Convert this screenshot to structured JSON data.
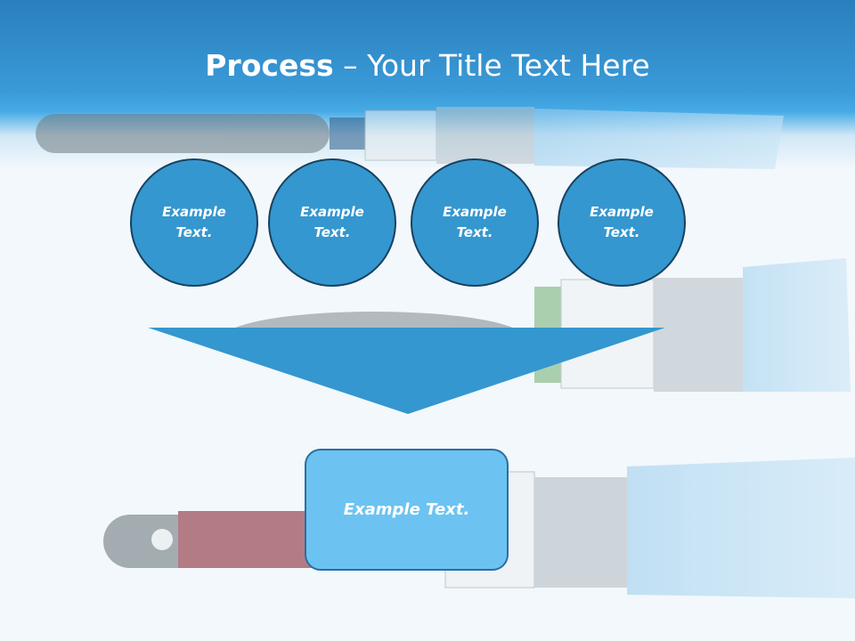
{
  "slide": {
    "title_bold": "Process",
    "title_rest": " – Your Title Text Here"
  },
  "steps": [
    {
      "label": "Example Text."
    },
    {
      "label": "Example Text."
    },
    {
      "label": "Example Text."
    },
    {
      "label": "Example Text."
    }
  ],
  "result": {
    "label": "Example Text."
  },
  "colors": {
    "header_blue": "#3a9bd8",
    "circle_fill": "#3497cf",
    "circle_border": "#18415f",
    "arrow_fill": "#3497cf",
    "result_fill": "#6cc3f1"
  },
  "icons": [
    "paintbrush-icon"
  ]
}
